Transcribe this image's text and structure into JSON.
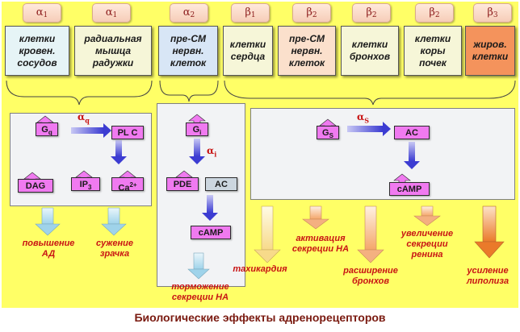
{
  "receptor_tabs": [
    {
      "greek": "α",
      "sub": "1"
    },
    {
      "greek": "α",
      "sub": "1"
    },
    {
      "greek": "α",
      "sub": "2"
    },
    {
      "greek": "β",
      "sub": "1"
    },
    {
      "greek": "β",
      "sub": "2"
    },
    {
      "greek": "β",
      "sub": "2"
    },
    {
      "greek": "β",
      "sub": "2"
    },
    {
      "greek": "β",
      "sub": "3"
    }
  ],
  "tissues": [
    "клетки\nкровен.\nсосудов",
    "радиальная\nмышца\nрадужки",
    "пре-СМ\nнервн.\nклеток",
    "клетки\nсердца",
    "пре-СМ\nнервн.\nклеток",
    "клетки\nбронхов",
    "клетки\nкоры\nпочек",
    "жиров.\nклетки"
  ],
  "molecules": {
    "gq": {
      "main": "G",
      "sub": "q"
    },
    "plc": "PL C",
    "dag": "DAG",
    "ip3": {
      "main": "IP",
      "sub": "3"
    },
    "ca": {
      "main": "Ca",
      "sup": "2+"
    },
    "gi": {
      "main": "G",
      "sub": "i"
    },
    "pde": "PDE",
    "ac_inhibited": "AC",
    "camp_a2": "cAMP",
    "gs": {
      "main": "G",
      "sub": "S"
    },
    "ac_beta": "AC",
    "camp_beta": "cAMP"
  },
  "pathway_labels": {
    "alpha_q": {
      "greek": "α",
      "sub": "q"
    },
    "alpha_i": {
      "greek": "α",
      "sub": "i"
    },
    "alpha_s": {
      "greek": "α",
      "sub": "S"
    }
  },
  "effects": {
    "bp_increase": "повышение\nАД",
    "pupil_constriction": "сужение\nзрачка",
    "na_inhibition": "торможение\nсекреции НА",
    "tachycardia": "тахикардия",
    "na_activation": "активация\nсекреции НА",
    "bronchodilation": "расширение\nбронхов",
    "renin_increase": "увеличение\nсекреции\nренина",
    "lipolysis_increase": "усиление\nлиполиза"
  },
  "caption": "Биологические эффекты адренорецепторов",
  "colors": {
    "background": "#ffff66",
    "molecule": "#f07af0",
    "ac_box": "#ccd6df",
    "effect_text": "#c81414",
    "caption_text": "#7a1a10",
    "arrow_blue": "#3c3cd2",
    "arrow_light_blue": "#bfe4f4",
    "arrow_peach": "#f8c89c"
  }
}
